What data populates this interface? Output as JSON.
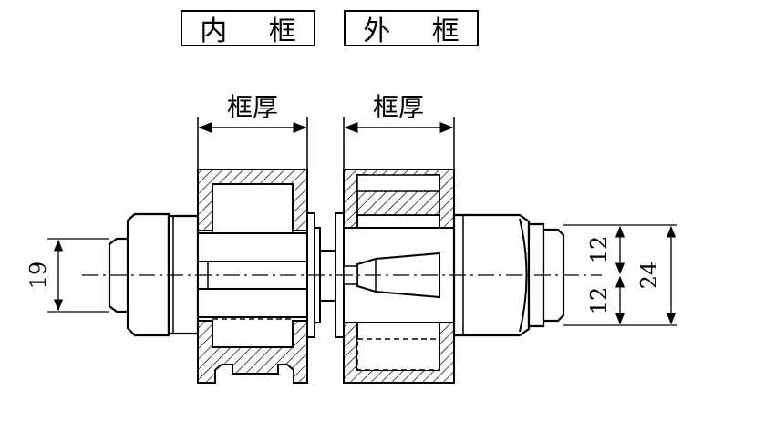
{
  "titles": {
    "inner_frame": "内 框",
    "outer_frame": "外 框"
  },
  "dimension_labels": {
    "inner_thickness": "框厚",
    "outer_thickness": "框厚",
    "left_diameter": "19",
    "right_upper": "12",
    "right_lower": "12",
    "right_total": "24"
  }
}
